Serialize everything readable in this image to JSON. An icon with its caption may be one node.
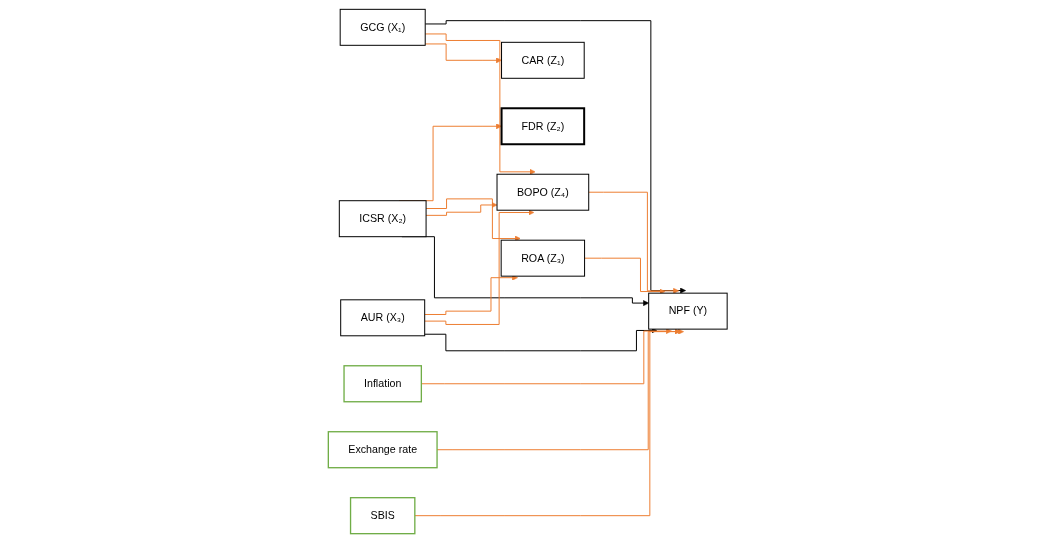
{
  "diagram": {
    "nodes": [
      {
        "text": [
          "GCG (X₁)"
        ]
      },
      {
        "text": [
          "CAR (Z₁)"
        ]
      },
      {
        "text": [
          "FDR (Z₂)"
        ]
      },
      {
        "text": [
          "ROA (Z₃)"
        ]
      },
      {
        "text": [
          "BOPO (Z₄)"
        ]
      },
      {
        "text": [
          "NPF (Y)"
        ]
      },
      {
        "text": [
          "ICSR (X₂)"
        ]
      },
      {
        "text": [
          "AUR (X₃)"
        ]
      },
      {
        "text": [
          "Inflation"
        ]
      },
      {
        "text": [
          "Exchange rate"
        ]
      },
      {
        "text": [
          "SBIS"
        ]
      }
    ],
    "edges": [
      {
        "from": 0,
        "to": 5,
        "arrow": "to",
        "color": "#000000"
      },
      {
        "from": 0,
        "to": 4,
        "arrow": "to"
      },
      {
        "from": 0,
        "to": 1,
        "arrow": "to"
      },
      {
        "from": 6,
        "to": 2,
        "arrow": "to"
      },
      {
        "from": 6,
        "to": 3,
        "arrow": "to"
      },
      {
        "from": 6,
        "to": 4,
        "arrow": "to"
      },
      {
        "from": 6,
        "to": 5,
        "arrow": "to",
        "color": "#000000"
      },
      {
        "from": 7,
        "to": 3,
        "arrow": "to"
      },
      {
        "from": 7,
        "to": 4,
        "arrow": "to"
      },
      {
        "from": 7,
        "to": 5,
        "arrow": "to",
        "color": "#000000"
      },
      {
        "from": 3,
        "to": 5,
        "arrow": "to"
      },
      {
        "from": 4,
        "to": 5,
        "arrow": "to"
      },
      {
        "from": 8,
        "to": 5,
        "arrow": "to"
      },
      {
        "from": 9,
        "to": 5,
        "arrow": "to"
      },
      {
        "from": 10,
        "to": 5,
        "arrow": "to"
      }
    ]
  }
}
